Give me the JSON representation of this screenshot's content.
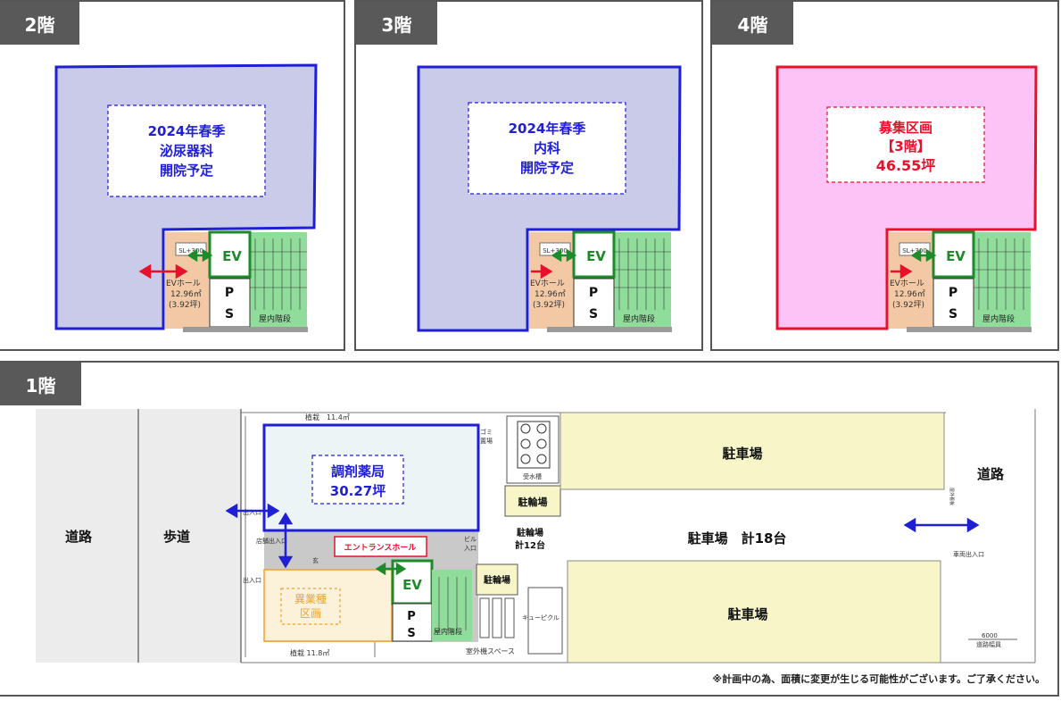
{
  "floors": {
    "f2": {
      "tab": "2階",
      "box_lines": [
        "2024年春季",
        "泌尿器科",
        "開院予定"
      ],
      "ev": "EV",
      "ps": [
        "P",
        "S"
      ],
      "sl": "SL+300",
      "ev_hall": [
        "EVホール",
        "12.96㎡",
        "(3.92坪)"
      ],
      "stairs": "屋内階段"
    },
    "f3": {
      "tab": "3階",
      "box_lines": [
        "2024年春季",
        "内科",
        "開院予定"
      ],
      "ev": "EV",
      "ps": [
        "P",
        "S"
      ],
      "sl": "SL+300",
      "ev_hall": [
        "EVホール",
        "12.96㎡",
        "(3.92坪)"
      ],
      "stairs": "屋内階段"
    },
    "f4": {
      "tab": "4階",
      "box_lines": [
        "募集区画",
        "【3階】",
        "46.55坪"
      ],
      "ev": "EV",
      "ps": [
        "P",
        "S"
      ],
      "sl": "SL+300",
      "ev_hall": [
        "EVホール",
        "12.96㎡",
        "(3.92坪)"
      ],
      "stairs": "屋内階段"
    },
    "f1": {
      "tab": "1階",
      "road_left": "道路",
      "sidewalk": "歩道",
      "pharmacy": [
        "調剤薬局",
        "30.27坪"
      ],
      "entrance_hall": "エントランスホール",
      "other_business": [
        "異業種",
        "区画"
      ],
      "ev": "EV",
      "ps": [
        "P",
        "S"
      ],
      "bike_parking": "駐輪場",
      "bike_parking_count": [
        "駐輪場",
        "計12台"
      ],
      "parking_top": "駐車場",
      "parking_bottom": "駐車場",
      "parking_total": "駐車場　計18台",
      "road_right": "道路",
      "planting_top": "植栽　11.4㎡",
      "planting_bottom": "植栽 11.8㎡",
      "water_tank": "受水槽",
      "cubicle": "キューピクル",
      "outdoor_unit": "室外機スペース",
      "store_entrance": "店舗出入口",
      "entry1": "出入口",
      "entry2": "出入口",
      "genkan": "玄",
      "stairs": "屋内階段",
      "vehicle_entrance": "車両出入口",
      "road_width": [
        "6000",
        "道路幅員"
      ],
      "gomi": [
        "ゴミ",
        "置場"
      ],
      "building": [
        "ビル",
        "入口"
      ],
      "sign_text": "屋外看板"
    }
  },
  "notice": "※計画中の為、面積に変更が生じる可能性がございます。ご了承ください。",
  "colors": {
    "blue_outline": "#1f1fd6",
    "blue_fill": "#c9cbe8",
    "red_outline": "#e8102a",
    "pink_fill": "#fdc3f7",
    "ev_green": "#1d8a2b",
    "parking_fill": "#f8f6c9",
    "pharmacy_fill": "#edf4f6",
    "orange": "#f3a02c"
  }
}
